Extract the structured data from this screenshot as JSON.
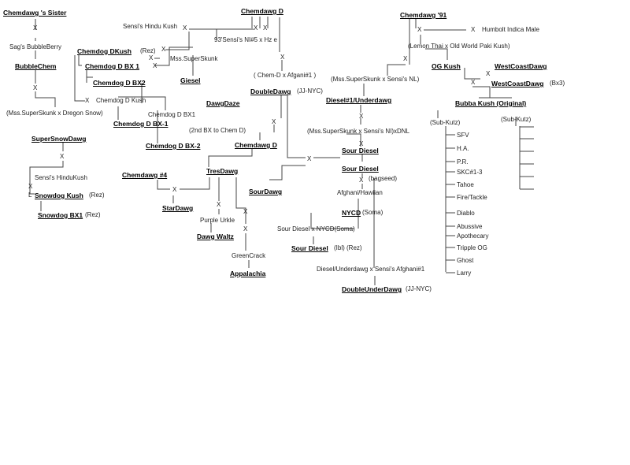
{
  "nodes": {
    "n01": {
      "label": "Chemdawg 's Sister",
      "bold": true
    },
    "n02": {
      "label": "X"
    },
    "n03": {
      "label": "Sag's BubbleBerry"
    },
    "n04": {
      "label": "BubbleChem",
      "bold": true
    },
    "n05": {
      "label": "X"
    },
    "n06": {
      "label": "(Mss.SuperSkunk x Dregon Snow)"
    },
    "n07": {
      "label": "Sensi's Hindu Kush"
    },
    "n08": {
      "label": "X"
    },
    "n09": {
      "label": "Chemdawg D",
      "bold": true
    },
    "n10": {
      "label": "X"
    },
    "n11": {
      "label": "X"
    },
    "n12": {
      "label": "93'Sensi's NI#5 x Hz e"
    },
    "n13": {
      "label": "X"
    },
    "n14": {
      "label": "Chemdog DKush",
      "bold": true
    },
    "n15": {
      "label": "(Rez)"
    },
    "n16": {
      "label": "X"
    },
    "n17": {
      "label": "Chemdog D BX 1",
      "bold": true
    },
    "n18": {
      "label": "X"
    },
    "n19": {
      "label": "Chemdog D BX2",
      "bold": true
    },
    "n20": {
      "label": "Mss.SuperSkunk"
    },
    "n21": {
      "label": "Giesel",
      "bold": true
    },
    "n22": {
      "label": "X"
    },
    "n23": {
      "label": "Chemdog D Kush"
    },
    "n24": {
      "label": "Chemdog D BX1"
    },
    "n25": {
      "label": "Chemdog D BX-1",
      "bold": true
    },
    "n26": {
      "label": "Chemdog D BX-2",
      "bold": true
    },
    "n27": {
      "label": "DawgDaze",
      "bold": true
    },
    "n28": {
      "label": "X"
    },
    "n29": {
      "label": "( Chem-D x Afgani#1 )"
    },
    "n30": {
      "label": "DoubleDawg",
      "bold": true
    },
    "n31": {
      "label": "(JJ-NYC)"
    },
    "n32": {
      "label": "X"
    },
    "n33": {
      "label": "(2nd BX to Chem D)"
    },
    "n34": {
      "label": "Chemdawg D",
      "bold": true
    },
    "n35": {
      "label": "X"
    },
    "n36": {
      "label": "Chemdawg '91",
      "bold": true
    },
    "n37": {
      "label": "X"
    },
    "n38": {
      "label": "X"
    },
    "n39": {
      "label": "Humbolt Indica Male"
    },
    "n40": {
      "label": "(Lemon Thai x Old World Paki Kush)"
    },
    "n41": {
      "label": "X"
    },
    "n42": {
      "label": "OG Kush",
      "bold": true
    },
    "n43": {
      "label": "X"
    },
    "n44": {
      "label": "WestCoastDawg",
      "bold": true
    },
    "n45": {
      "label": "X"
    },
    "n46": {
      "label": "WestCoastDawg",
      "bold": true
    },
    "n47": {
      "label": "(Bx3)"
    },
    "n48": {
      "label": "(Mss.SuperSkunk x Sensi's NL)"
    },
    "n49": {
      "label": "Diesel#1/Underdawg",
      "bold": true
    },
    "n50": {
      "label": "X"
    },
    "n51": {
      "label": "(Mss.SuperSkunk x Sensi's NI)xDNL"
    },
    "n52": {
      "label": "Bubba Kush (Original)",
      "bold": true
    },
    "n53": {
      "label": "(Sub-Kutz)"
    },
    "n54": {
      "label": "(Sub-Kutz)"
    },
    "n55": {
      "label": "SuperSnowDawg",
      "bold": true
    },
    "n56": {
      "label": "X"
    },
    "n57": {
      "label": "Sensi's HinduKush"
    },
    "n58": {
      "label": "X"
    },
    "n59": {
      "label": "L"
    },
    "n60": {
      "label": "Snowdog Kush",
      "bold": true
    },
    "n61": {
      "label": "(Rez)"
    },
    "n62": {
      "label": "Snowdog BX1",
      "bold": true
    },
    "n63": {
      "label": "(Rez)"
    },
    "n64": {
      "label": "Chemdawg #4",
      "bold": true
    },
    "n65": {
      "label": "X"
    },
    "n66": {
      "label": "TresDawg",
      "bold": true
    },
    "n67": {
      "label": "X"
    },
    "n68": {
      "label": "StarDawg",
      "bold": true
    },
    "n69": {
      "label": "X"
    },
    "n70": {
      "label": "Purple Urkle"
    },
    "n71": {
      "label": "Dawg Waltz",
      "bold": true
    },
    "n72": {
      "label": "X"
    },
    "n73": {
      "label": "GreenCrack"
    },
    "n74": {
      "label": "Appalachia",
      "bold": true
    },
    "n75": {
      "label": "SourDawg",
      "bold": true
    },
    "n76": {
      "label": "X"
    },
    "n77": {
      "label": "Sour Diesel",
      "bold": true
    },
    "n78": {
      "label": "Sour Diesel",
      "bold": true
    },
    "n79": {
      "label": "X"
    },
    "n80": {
      "label": "(bagseed)"
    },
    "n81": {
      "label": "Afghani/Hawiian"
    },
    "n82": {
      "label": "NYCD",
      "bold": true
    },
    "n83": {
      "label": "(Soma)"
    },
    "n84": {
      "label": "Sour Diesel x NYCD(Soma)"
    },
    "n85": {
      "label": "Sour Diesel",
      "bold": true
    },
    "n86": {
      "label": "(Ibl) (Rez)"
    },
    "n87": {
      "label": "Diesel/Underdawg x Sensi's Afghani#1"
    },
    "n88": {
      "label": "DoubleUnderDawg",
      "bold": true
    },
    "n89": {
      "label": "(JJ-NYC)"
    },
    "n90": {
      "label": "SFV"
    },
    "n91": {
      "label": "H.A."
    },
    "n92": {
      "label": "P.R."
    },
    "n93": {
      "label": "SKC#1-3"
    },
    "n94": {
      "label": "Tahoe"
    },
    "n95": {
      "label": "Fire/Tackle"
    },
    "n96": {
      "label": "Diablo"
    },
    "n97": {
      "label": "Abussive"
    },
    "n98": {
      "label": "Apothecary"
    },
    "n99": {
      "label": "Tripple OG"
    },
    "n100": {
      "label": "Ghost"
    },
    "n101": {
      "label": "Larry"
    }
  }
}
